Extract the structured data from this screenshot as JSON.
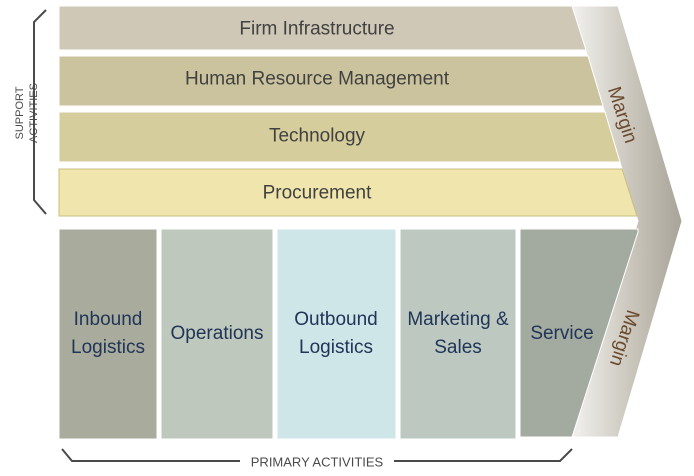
{
  "support": {
    "group_label": [
      "SUPPORT",
      "ACTIVITIES"
    ],
    "activities": [
      {
        "label": "Firm Infrastructure",
        "color": "#cfc8b6"
      },
      {
        "label": "Human Resource Management",
        "color": "#cbc39d"
      },
      {
        "label": "Technology",
        "color": "#d6cd9c"
      },
      {
        "label": "Procurement",
        "color": "#f0e6ad"
      }
    ]
  },
  "primary": {
    "group_label": "PRIMARY ACTIVITIES",
    "activities": [
      {
        "label": "Inbound\nLogistics",
        "color": "#a9ab9c"
      },
      {
        "label": "Operations",
        "color": "#bfc8bc"
      },
      {
        "label": "Outbound\nLogistics",
        "color": "#cfe6e9"
      },
      {
        "label": "Marketing &\nSales",
        "color": "#bdc8c1"
      },
      {
        "label": "Service",
        "color": "#a3aa9f"
      }
    ]
  },
  "margin": {
    "top_label": "Margin",
    "bottom_label": "Margin",
    "color": "#bcb8ae"
  },
  "colors": {
    "text_dark": "#414141",
    "text_blue": "#203557",
    "bracket": "#4a4a4a"
  }
}
